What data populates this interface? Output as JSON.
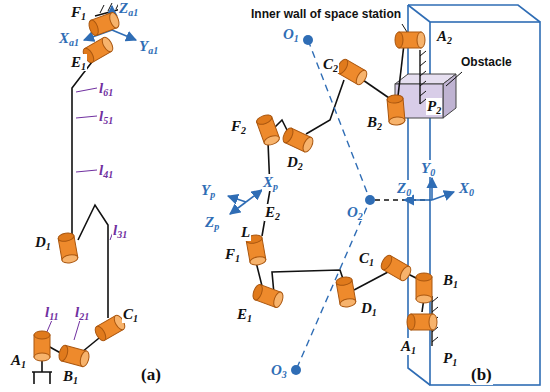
{
  "diagram": {
    "labels": [
      "F1",
      "Za1",
      "Xa1",
      "Ya1",
      "E1",
      "l61",
      "l51",
      "D1",
      "l41",
      "l31",
      "l11",
      "l21",
      "C1",
      "A1",
      "B1",
      "(a)",
      "Inner wall of space station",
      "A2",
      "O1",
      "C2",
      "P2",
      "Obstacle",
      "B2",
      "F2",
      "D2",
      "O2",
      "Z0",
      "Y0",
      "X0",
      "Yp",
      "Xp",
      "Zp",
      "E2",
      "F1",
      "L",
      "C1",
      "B1",
      "D1",
      "E1",
      "O3",
      "A1",
      "P1",
      "(b)"
    ]
  }
}
